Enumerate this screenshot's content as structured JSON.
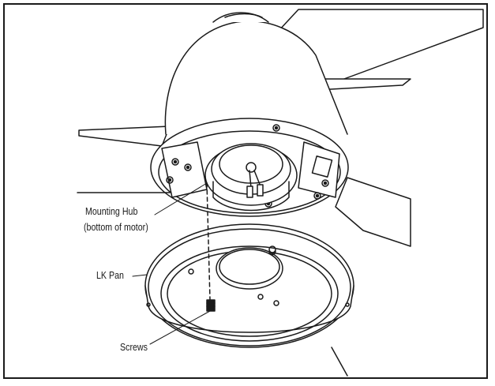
{
  "labels": {
    "mounting_hub_line1": "Mounting Hub",
    "mounting_hub_line2": "(bottom of motor)",
    "lk_pan": "LK Pan",
    "screws": "Screws"
  },
  "colors": {
    "stroke": "#1a1a1a",
    "fill": "#ffffff",
    "shade": "#d9d9d9"
  }
}
